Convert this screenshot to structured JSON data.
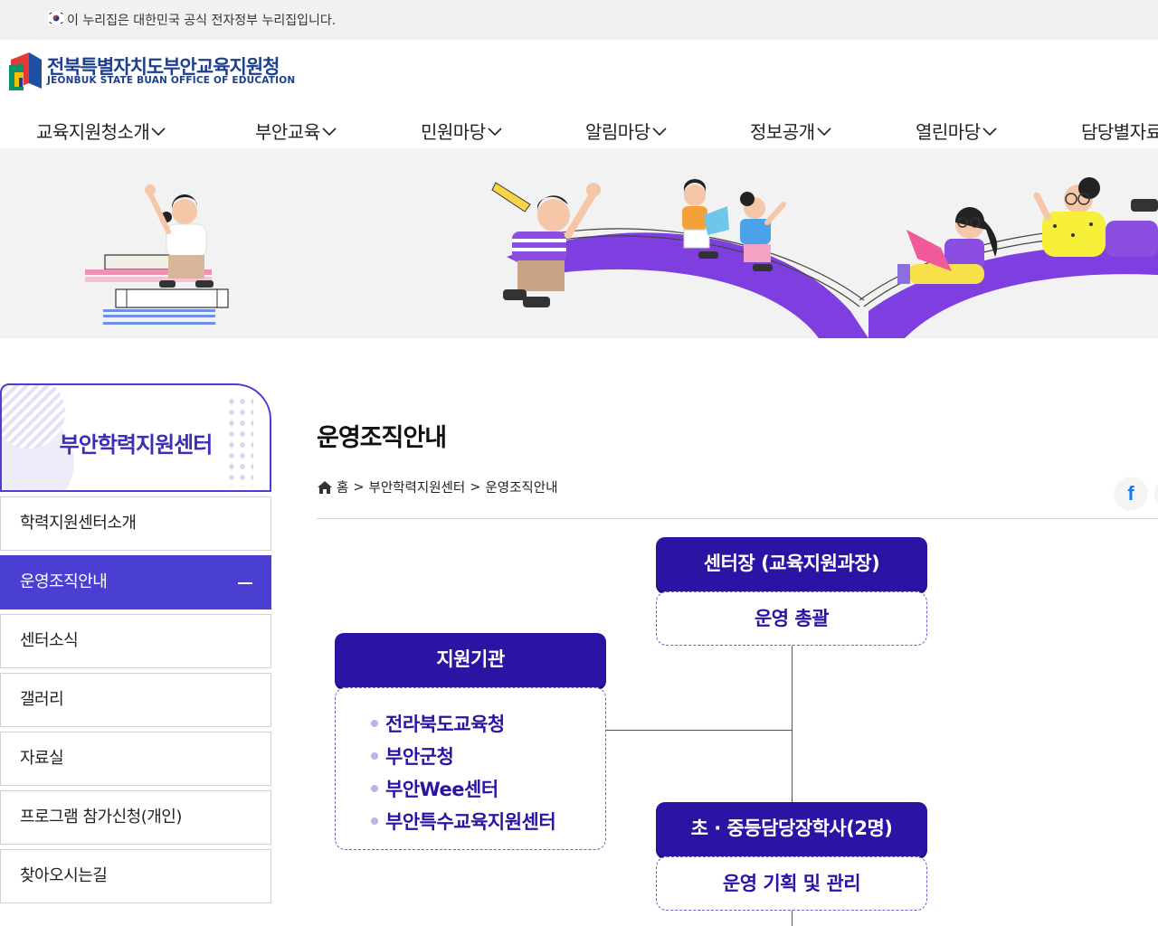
{
  "gov_banner": {
    "text": "이 누리집은 대한민국 공식 전자정부 누리집입니다.",
    "icon": "korea-flag-icon"
  },
  "header": {
    "logo_title": "전북특별자치도부안교육지원청",
    "logo_subtitle": "JEONBUK STATE BUAN OFFICE OF EDUCATION"
  },
  "gnb": {
    "items": [
      {
        "label": "교육지원청소개"
      },
      {
        "label": "부안교육"
      },
      {
        "label": "민원마당"
      },
      {
        "label": "알림마당"
      },
      {
        "label": "정보공개"
      },
      {
        "label": "열린마당"
      },
      {
        "label": "담당별자료"
      }
    ]
  },
  "lnb": {
    "title": "부안학력지원센터",
    "items": [
      {
        "label": "학력지원센터소개",
        "active": false
      },
      {
        "label": "운영조직안내",
        "active": true
      },
      {
        "label": "센터소식",
        "active": false
      },
      {
        "label": "갤러리",
        "active": false
      },
      {
        "label": "자료실",
        "active": false
      },
      {
        "label": "프로그램 참가신청(개인)",
        "active": false
      },
      {
        "label": "찾아오시는길",
        "active": false
      }
    ]
  },
  "content": {
    "page_title": "운영조직안내",
    "breadcrumb": {
      "home": "홈",
      "separator": ">",
      "section": "부안학력지원센터",
      "current": "운영조직안내"
    },
    "share_facebook": "f"
  },
  "org_chart": {
    "head": {
      "title": "센터장 (교육지원과장)",
      "role": "운영 총괄"
    },
    "support": {
      "title": "지원기관",
      "items": [
        "전라북도교육청",
        "부안군청",
        "부안Wee센터",
        "부안특수교육지원센터"
      ]
    },
    "staff": {
      "title": "초 · 중등담당장학사(2명)",
      "role": "운영 기획 및 관리"
    }
  },
  "colors": {
    "primary": "#4b3fd3",
    "navy": "#2a14a3",
    "logo_blue": "#1c3f8f",
    "banner_purple": "#7f3fe0"
  }
}
